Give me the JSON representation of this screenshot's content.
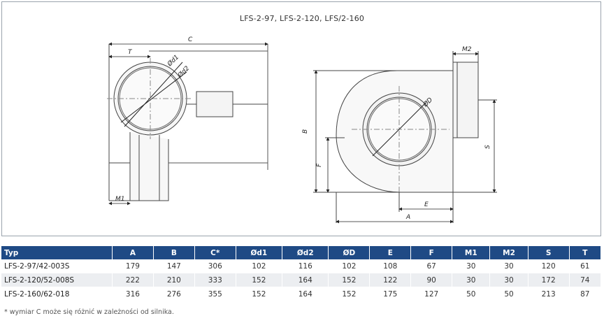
{
  "drawing": {
    "title": "LFS-2-97, LFS-2-120, LFS/2-160",
    "labels": {
      "C": "C",
      "T": "T",
      "d1": "Ød1",
      "d2": "Ød2",
      "M1": "M1",
      "M2": "M2",
      "D": "ØD",
      "B": "B",
      "F": "F",
      "S": "S",
      "E": "E",
      "A": "A"
    }
  },
  "table": {
    "headers": [
      "Typ",
      "A",
      "B",
      "C*",
      "Ød1",
      "Ød2",
      "ØD",
      "E",
      "F",
      "M1",
      "M2",
      "S",
      "T"
    ],
    "rows": [
      [
        "LFS-2-97/42-003S",
        "179",
        "147",
        "306",
        "102",
        "116",
        "102",
        "108",
        "67",
        "30",
        "30",
        "120",
        "61"
      ],
      [
        "LFS-2-120/52-008S",
        "222",
        "210",
        "333",
        "152",
        "164",
        "152",
        "122",
        "90",
        "30",
        "30",
        "172",
        "74"
      ],
      [
        "LFS-2-160/62-018",
        "316",
        "276",
        "355",
        "152",
        "164",
        "152",
        "175",
        "127",
        "50",
        "50",
        "213",
        "87"
      ]
    ]
  },
  "footnote": "* wymiar C może się różnić w zależności od silnika."
}
